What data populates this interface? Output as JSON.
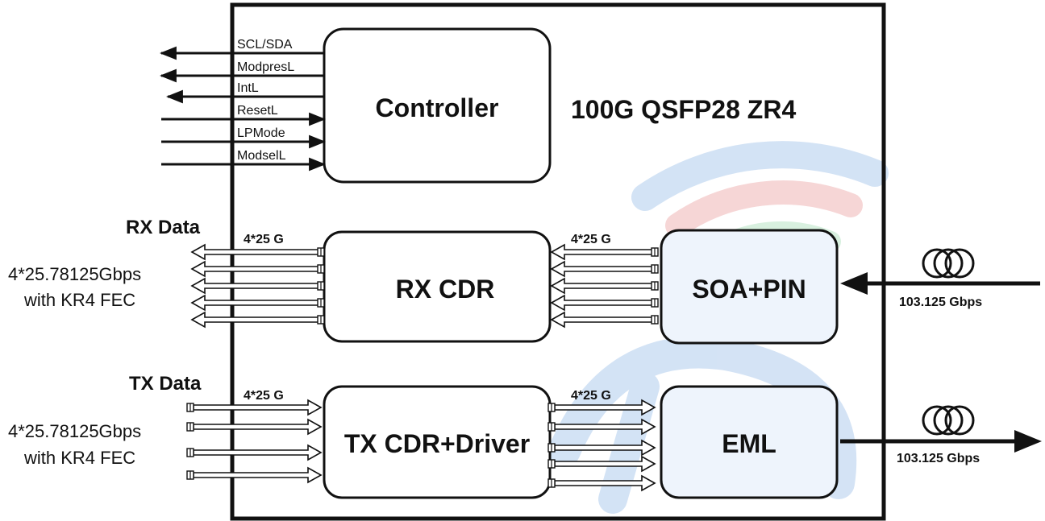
{
  "title": "100G QSFP28 ZR4",
  "blocks": {
    "controller": "Controller",
    "rx_cdr": "RX CDR",
    "soa_pin": "SOA+PIN",
    "tx_cdr": "TX CDR+Driver",
    "eml": "EML"
  },
  "control_signals": [
    "SCL/SDA",
    "ModpresL",
    "IntL",
    "ResetL",
    "LPMode",
    "ModselL"
  ],
  "rx": {
    "section_label": "RX Data",
    "rate_line1": "4*25.78125Gbps",
    "rate_line2": "with KR4 FEC",
    "bus_left": "4*25 G",
    "bus_right": "4*25 G",
    "optical_rate": "103.125 Gbps"
  },
  "tx": {
    "section_label": "TX Data",
    "rate_line1": "4*25.78125Gbps",
    "rate_line2": "with KR4 FEC",
    "bus_left": "4*25 G",
    "bus_right": "4*25 G",
    "optical_rate": "103.125 Gbps"
  },
  "colors": {
    "line": "#111111",
    "block_fill": "#ffffff",
    "optical_block_fill": "#eef4fc",
    "watermark_blue": "#cfe0f4",
    "watermark_red": "#f6d2d2",
    "watermark_green": "#d4efdc"
  }
}
